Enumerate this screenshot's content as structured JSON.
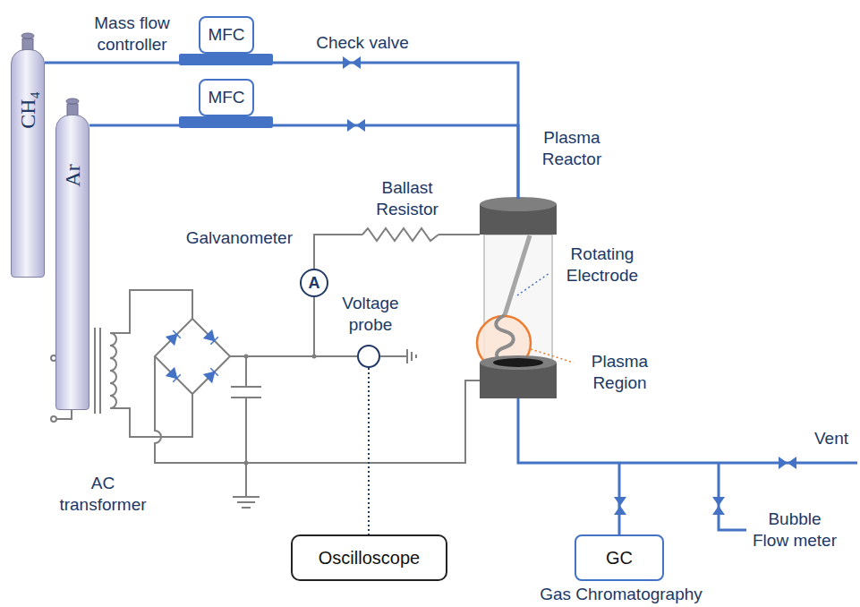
{
  "diagram": {
    "nodes": [
      {
        "text": [
          "CH₄"
        ]
      },
      {
        "text": [
          "Ar"
        ]
      },
      {
        "text": [
          "MFC"
        ]
      },
      {
        "text": [
          "MFC"
        ]
      },
      {
        "text": [
          "Plasma Reactor"
        ]
      },
      {
        "text": [
          "Galvanometer",
          "A"
        ]
      },
      {
        "text": [
          "Voltage probe"
        ]
      },
      {
        "text": [
          "Oscilloscope"
        ]
      },
      {
        "text": [
          "GC",
          "Gas Chromatography"
        ]
      }
    ],
    "edges": [
      {
        "from": 0,
        "to": 2,
        "arrow": "none"
      },
      {
        "from": 1,
        "to": 3,
        "arrow": "none"
      },
      {
        "from": 2,
        "to": 4,
        "arrow": "none"
      },
      {
        "from": 3,
        "to": 4,
        "arrow": "none"
      },
      {
        "from": 4,
        "to": 8,
        "arrow": "none"
      },
      {
        "from": 6,
        "to": 7,
        "arrow": "none"
      }
    ],
    "labels": [
      "Mass flow controller",
      "Check valve",
      "Ballast Resistor",
      "Rotating Electrode",
      "Plasma Region",
      "AC transformer",
      "Vent",
      "Bubble Flow meter"
    ]
  }
}
